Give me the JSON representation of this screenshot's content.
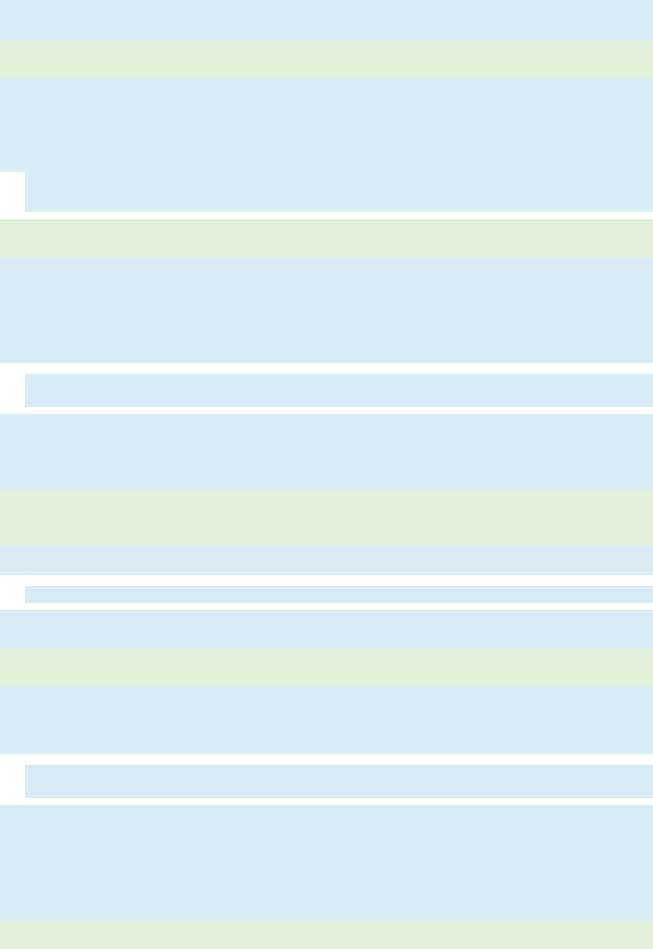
{
  "colors": {
    "page_background": "#ffffff",
    "blue_band": "#d9ecf6",
    "green_band": "#e0f0d9"
  },
  "bands": [
    {
      "kind": "blue"
    },
    {
      "kind": "green"
    },
    {
      "kind": "blue"
    },
    {
      "kind": "blue"
    },
    {
      "kind": "green"
    },
    {
      "kind": "blue"
    },
    {
      "kind": "blue"
    },
    {
      "kind": "blue"
    },
    {
      "kind": "green"
    },
    {
      "kind": "blue"
    },
    {
      "kind": "blue"
    },
    {
      "kind": "blue"
    },
    {
      "kind": "green"
    },
    {
      "kind": "blue"
    },
    {
      "kind": "blue"
    },
    {
      "kind": "blue"
    },
    {
      "kind": "green"
    }
  ]
}
